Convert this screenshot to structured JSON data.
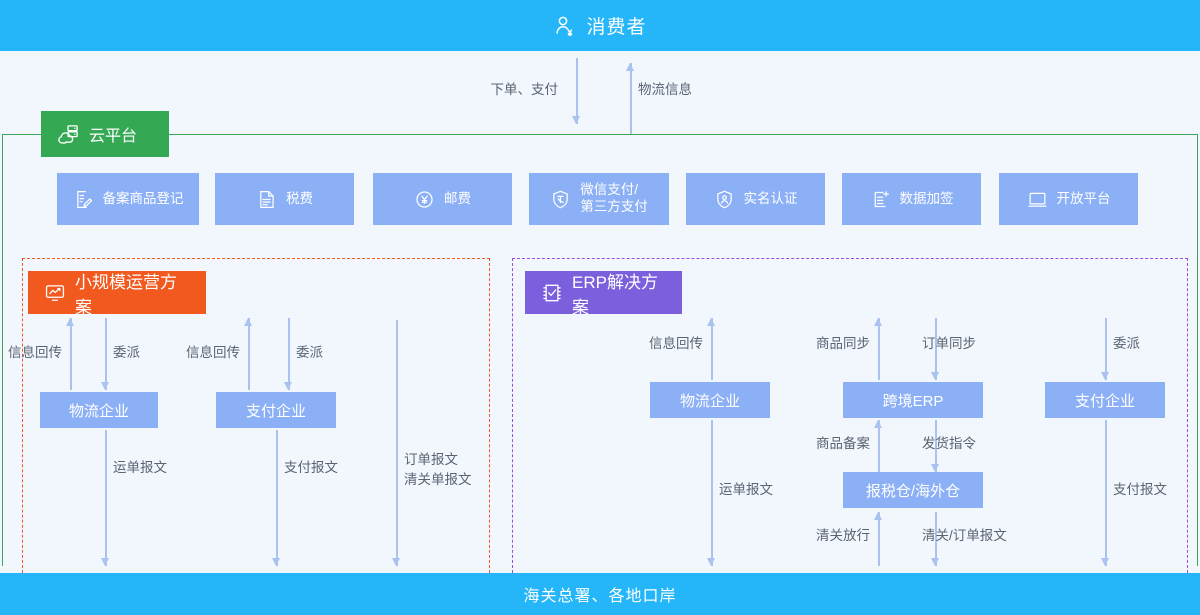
{
  "header": {
    "title": "消费者",
    "icon": "user-yen-icon",
    "bg": "#24b6f8"
  },
  "footer": {
    "title": "海关总署、各地口岸",
    "bg": "#24b6f8"
  },
  "consumer_flows": [
    {
      "label": "下单、支付",
      "direction": "down"
    },
    {
      "label": "物流信息",
      "direction": "up"
    }
  ],
  "cloud_platform": {
    "badge_label": "云平台",
    "badge_icon": "cloud-server-icon",
    "badge_color": "#34a853",
    "frame_color": "#3aa757",
    "services": [
      {
        "label": "备案商品登记",
        "icon": "doc-edit-icon"
      },
      {
        "label": "税费",
        "icon": "doc-lines-icon"
      },
      {
        "label": "邮费",
        "icon": "yen-circle-icon"
      },
      {
        "label": "微信支付/\n第三方支付",
        "icon": "shield-pay-icon"
      },
      {
        "label": "实名认证",
        "icon": "shield-user-icon"
      },
      {
        "label": "数据加签",
        "icon": "doc-plus-icon"
      },
      {
        "label": "开放平台",
        "icon": "monitor-icon"
      }
    ],
    "service_color": "#8cb0f6"
  },
  "small_scale": {
    "badge_label": "小规模运营方案",
    "badge_icon": "chart-monitor-icon",
    "badge_color": "#f1591f",
    "dash_color": "#f1591f",
    "nodes": [
      {
        "label": "物流企业"
      },
      {
        "label": "支付企业"
      }
    ],
    "flows": [
      {
        "label": "信息回传",
        "direction": "up"
      },
      {
        "label": "委派",
        "direction": "down"
      },
      {
        "label": "信息回传",
        "direction": "up"
      },
      {
        "label": "委派",
        "direction": "down"
      },
      {
        "label": "运单报文",
        "direction": "down"
      },
      {
        "label": "支付报文",
        "direction": "down"
      },
      {
        "label": "订单报文\n清关单报文",
        "direction": "down"
      }
    ]
  },
  "erp_solution": {
    "badge_label": "ERP解决方案",
    "badge_icon": "erp-check-icon",
    "badge_color": "#7b5fdd",
    "dash_color": "#9b4fdd",
    "nodes": [
      {
        "label": "物流企业"
      },
      {
        "label": "跨境ERP"
      },
      {
        "label": "支付企业"
      },
      {
        "label": "报税仓/海外仓"
      }
    ],
    "flows": [
      {
        "label": "信息回传",
        "direction": "up"
      },
      {
        "label": "商品同步",
        "direction": "up"
      },
      {
        "label": "订单同步",
        "direction": "down"
      },
      {
        "label": "委派",
        "direction": "down"
      },
      {
        "label": "商品备案",
        "direction": "up"
      },
      {
        "label": "发货指令",
        "direction": "down"
      },
      {
        "label": "运单报文",
        "direction": "down"
      },
      {
        "label": "支付报文",
        "direction": "down"
      },
      {
        "label": "清关放行",
        "direction": "up"
      },
      {
        "label": "清关/订单报文",
        "direction": "down"
      }
    ]
  },
  "palette": {
    "page_bg": "#f2f6fd",
    "band": "#24b6f8",
    "node": "#8cb0f6",
    "arrow": "#a9c2ef",
    "label_text": "#5b6472"
  }
}
